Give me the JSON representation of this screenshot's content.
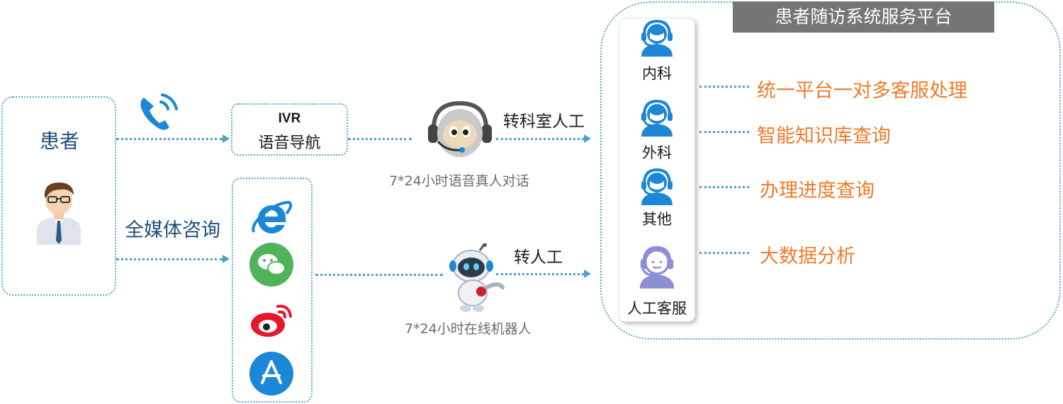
{
  "patient": {
    "label": "患者",
    "avatar_icon": "patient-avatar-icon"
  },
  "ivr": {
    "title": "IVR",
    "subtitle": "语音导航"
  },
  "phone_icon": "phone-call-icon",
  "media": {
    "label": "全媒体咨询",
    "icons": [
      "ie-browser-icon",
      "wechat-icon",
      "weibo-icon",
      "app-store-icon"
    ]
  },
  "routes": {
    "voice": {
      "label": "转科室人工",
      "caption": "7*24小时语音真人对话",
      "icon": "voice-robot-icon"
    },
    "online": {
      "label": "转人工",
      "caption": "7*24小时在线机器人",
      "icon": "online-robot-icon"
    }
  },
  "platform": {
    "title": "患者随访系统服务平台",
    "departments": [
      {
        "label": "内科",
        "icon": "agent-headset-icon"
      },
      {
        "label": "外科",
        "icon": "agent-headset-icon"
      },
      {
        "label": "其他",
        "icon": "agent-headset-icon"
      },
      {
        "label": "人工客服",
        "icon": "customer-service-icon"
      }
    ],
    "features": [
      "统一平台一对多客服处理",
      "智能知识库查询",
      "办理进度查询",
      "大数据分析"
    ]
  },
  "colors": {
    "connector": "#4aa3c7",
    "agent_blue": "#1b87d6",
    "feature_orange": "#ef7b2b",
    "title_bar": "#757575"
  }
}
